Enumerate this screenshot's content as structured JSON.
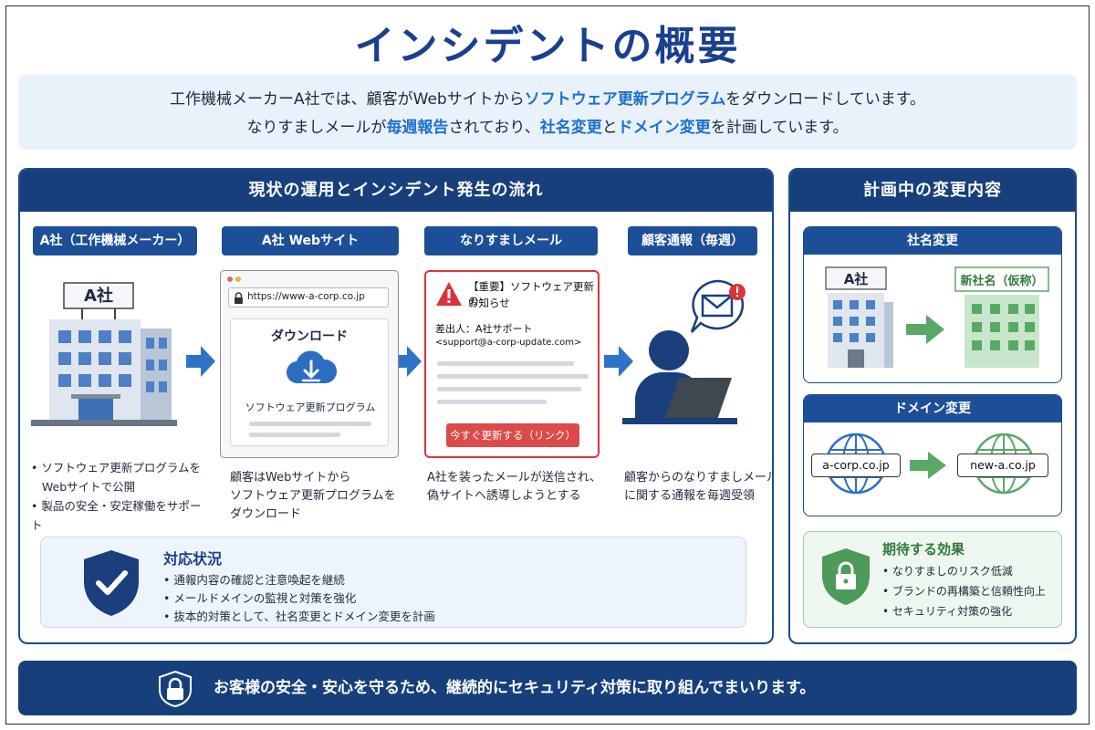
{
  "title": "インシデントの概要",
  "intro": {
    "line1": [
      {
        "t": "工作機械メーカーA社では、顧客がWebサイトから",
        "h": false
      },
      {
        "t": "ソフトウェア更新プログラム",
        "h": true
      },
      {
        "t": "をダウンロードしています。",
        "h": false
      }
    ],
    "line2": [
      {
        "t": "なりすましメールが",
        "h": false
      },
      {
        "t": "毎週報告",
        "h": true
      },
      {
        "t": "されており、",
        "h": false
      },
      {
        "t": "社名変更",
        "h": true
      },
      {
        "t": "と",
        "h": false
      },
      {
        "t": "ドメイン変更",
        "h": true
      },
      {
        "t": "を計画しています。",
        "h": false
      }
    ]
  },
  "flow": {
    "header": "現状の運用とインシデント発生の流れ",
    "steps": [
      {
        "label": "A社（工作機械メーカー）"
      },
      {
        "label": "A社 Webサイト"
      },
      {
        "label": "なりすましメール"
      },
      {
        "label": "顧客通報（毎週）"
      }
    ],
    "building_sign": "A社",
    "captions": {
      "company": [
        "ソフトウェア更新プログラムを",
        "Webサイトで公開",
        "製品の安全・安定稼働をサポート"
      ],
      "website": "顧客はWebサイトから\nソフトウェア更新プログラムを\nダウンロード",
      "mail": "A社を装ったメールが送信され、\n偽サイトへ誘導しようとする",
      "report": "顧客からのなりすましメール\nに関する通報を毎週受領"
    },
    "browser": {
      "url": "https://www-a-corp.co.jp",
      "heading": "ダウンロード",
      "item": "ソフトウェア更新プログラム"
    },
    "mail": {
      "subject_line1": "【重要】ソフトウェア更新の",
      "subject_line2": "お知らせ",
      "sender_label": "差出人：A社サポート",
      "sender_addr": "<support@a-corp-update.com>",
      "button": "今すぐ更新する（リンク）"
    },
    "status": {
      "title": "対応状況",
      "items": [
        "通報内容の確認と注意喚起を継続",
        "メールドメインの監視と対策を強化",
        "抜本的対策として、社名変更とドメイン変更を計画"
      ]
    }
  },
  "plan": {
    "header": "計画中の変更内容",
    "rename": {
      "title": "社名変更",
      "old_sign": "A社",
      "new_sign": "新社名（仮称）"
    },
    "domain": {
      "title": "ドメイン変更",
      "old": "a-corp.co.jp",
      "new": "new-a.co.jp"
    },
    "effect": {
      "title": "期待する効果",
      "items": [
        "なりすましのリスク低減",
        "ブランドの再構築と信頼性向上",
        "セキュリティ対策の強化"
      ]
    }
  },
  "footer": "お客様の安全・安心を守るため、継続的にセキュリティ対策に取り組んでまいります。",
  "colors": {
    "navy": "#173f7c",
    "accent": "#1f6fd1",
    "alert": "#d9343b",
    "green": "#5aa866"
  },
  "icons": [
    "building-icon",
    "right-arrow-icon",
    "lock-icon",
    "cloud-download-icon",
    "warning-icon",
    "person-laptop-icon",
    "mail-alert-icon",
    "shield-check-icon",
    "globe-icon",
    "padlock-icon",
    "shield-lock-icon"
  ]
}
